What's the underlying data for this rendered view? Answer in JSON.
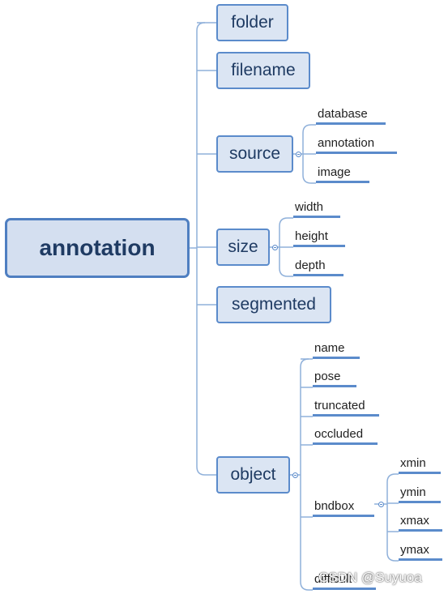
{
  "root": "annotation",
  "children": {
    "folder": "folder",
    "filename": "filename",
    "source": "source",
    "size": "size",
    "segmented": "segmented",
    "object": "object"
  },
  "source_children": [
    "database",
    "annotation",
    "image"
  ],
  "size_children": [
    "width",
    "height",
    "depth"
  ],
  "object_children": [
    "name",
    "pose",
    "truncated",
    "occluded",
    "bndbox",
    "difficult"
  ],
  "bndbox_children": [
    "xmin",
    "ymin",
    "xmax",
    "ymax"
  ],
  "watermark": "CSDN @Suyuoa",
  "colors": {
    "line": "#5b8bcb",
    "box_fill": "#dbe5f3",
    "root_border": "#4f7fc1",
    "text": "#1f3b63"
  }
}
